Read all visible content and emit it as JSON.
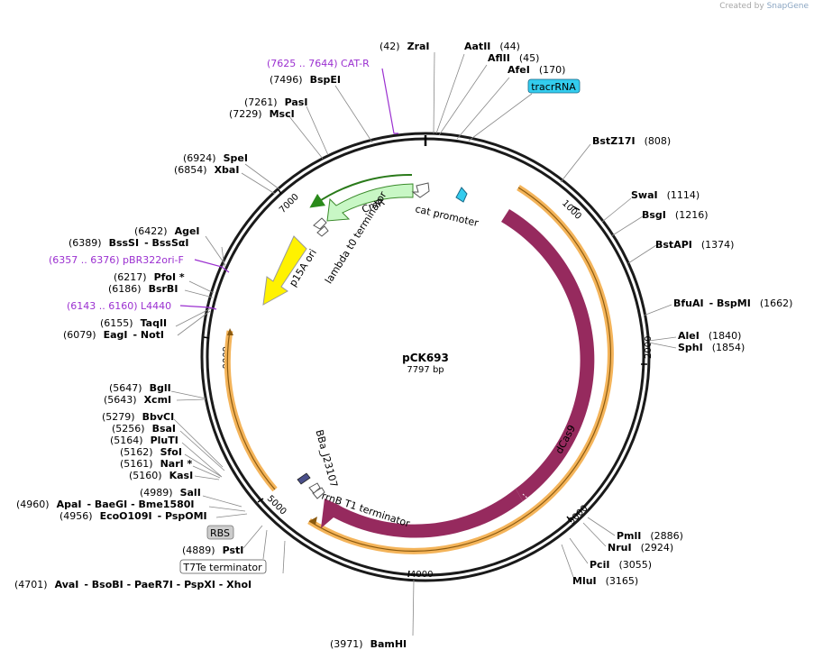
{
  "credit": {
    "prefix": "Created by",
    "brand": "SnapGene"
  },
  "plasmid": {
    "name": "pCK693",
    "size": "7797 bp"
  },
  "ticks": [
    "1000",
    "2000",
    "3000",
    "4000",
    "5000",
    "6000",
    "7000"
  ],
  "features": {
    "cmr": "CmR",
    "cat_promoter": "cat promoter",
    "lambda": "lambda t0 terminator",
    "p15a": "p15A ori",
    "dcas9": "dCas9",
    "rrnb": "rrnB T1 terminator",
    "bba": "BBa_J23107",
    "tracrrna": "tracrRNA",
    "rbs": "RBS",
    "t7te": "T7Te terminator"
  },
  "primers": {
    "catr": "(7625 .. 7644)  CAT-R",
    "pbr": "(6357 .. 6376)  pBR322ori-F",
    "l4440": "(6143 .. 6160)  L4440"
  },
  "sites": {
    "zrai": {
      "num": "(42)",
      "name": "ZraI"
    },
    "aatii": {
      "num": "(44)",
      "name": "AatII"
    },
    "aflii": {
      "num": "(45)",
      "name": "AflII"
    },
    "afei": {
      "num": "(170)",
      "name": "AfeI"
    },
    "bspei": {
      "num": "(7496)",
      "name": "BspEI"
    },
    "pasi": {
      "num": "(7261)",
      "name": "PasI"
    },
    "msci": {
      "num": "(7229)",
      "name": "MscI"
    },
    "spei": {
      "num": "(6924)",
      "name": "SpeI"
    },
    "xbai": {
      "num": "(6854)",
      "name": "XbaI"
    },
    "agei": {
      "num": "(6422)",
      "name": "AgeI"
    },
    "bsssi": {
      "num": "(6389)",
      "name": "BssSI",
      "extra": "-  BssSαI"
    },
    "pfoi": {
      "num": "(6217)",
      "name": "PfoI *"
    },
    "bsrbi": {
      "num": "(6186)",
      "name": "BsrBI"
    },
    "taqii": {
      "num": "(6155)",
      "name": "TaqII"
    },
    "eagi": {
      "num": "(6079)",
      "name": "EagI",
      "extra": "-  NotI"
    },
    "bgli": {
      "num": "(5647)",
      "name": "BglI"
    },
    "xcmi": {
      "num": "(5643)",
      "name": "XcmI"
    },
    "bbvci": {
      "num": "(5279)",
      "name": "BbvCI"
    },
    "bsai": {
      "num": "(5256)",
      "name": "BsaI"
    },
    "pluti": {
      "num": "(5164)",
      "name": "PluTI"
    },
    "sfoi": {
      "num": "(5162)",
      "name": "SfoI"
    },
    "nari": {
      "num": "(5161)",
      "name": "NarI *"
    },
    "kasi": {
      "num": "(5160)",
      "name": "KasI"
    },
    "sali": {
      "num": "(4989)",
      "name": "SalI"
    },
    "apai": {
      "num": "(4960)",
      "name": "ApaI",
      "extra": "-  BaeGI  -  Bme1580I"
    },
    "eco": {
      "num": "(4956)",
      "name": "EcoO109I",
      "extra": "-  PspOMI"
    },
    "psti": {
      "num": "(4889)",
      "name": "PstI"
    },
    "avai": {
      "num": "(4701)",
      "name": "AvaI",
      "extra": "-  BsoBI  -  PaeR7I  -  PspXI  -  XhoI"
    },
    "bamhi": {
      "num": "(3971)",
      "name": "BamHI"
    },
    "bstz": {
      "name": "BstZ17I",
      "num": "(808)"
    },
    "swai": {
      "name": "SwaI",
      "num": "(1114)"
    },
    "bsgi": {
      "name": "BsgI",
      "num": "(1216)"
    },
    "bstapi": {
      "name": "BstAPI",
      "num": "(1374)"
    },
    "bfuai": {
      "name": "BfuAI",
      "extra": "-  BspMI",
      "num": "(1662)"
    },
    "alei": {
      "name": "AleI",
      "num": "(1840)"
    },
    "sphi": {
      "name": "SphI",
      "num": "(1854)"
    },
    "pmli": {
      "name": "PmlI",
      "num": "(2886)"
    },
    "nrui": {
      "name": "NruI",
      "num": "(2924)"
    },
    "pcii": {
      "name": "PciI",
      "num": "(3055)"
    },
    "mlui": {
      "name": "MluI",
      "num": "(3165)"
    }
  },
  "colors": {
    "backbone": "#1a1a1a",
    "dcas9": "#962a5e",
    "cmr": "#c8f7c5",
    "p15a": "#fff200",
    "tracrrna": "#33ccee",
    "orf": "#f4b45a",
    "primer": "#9b30d0"
  }
}
